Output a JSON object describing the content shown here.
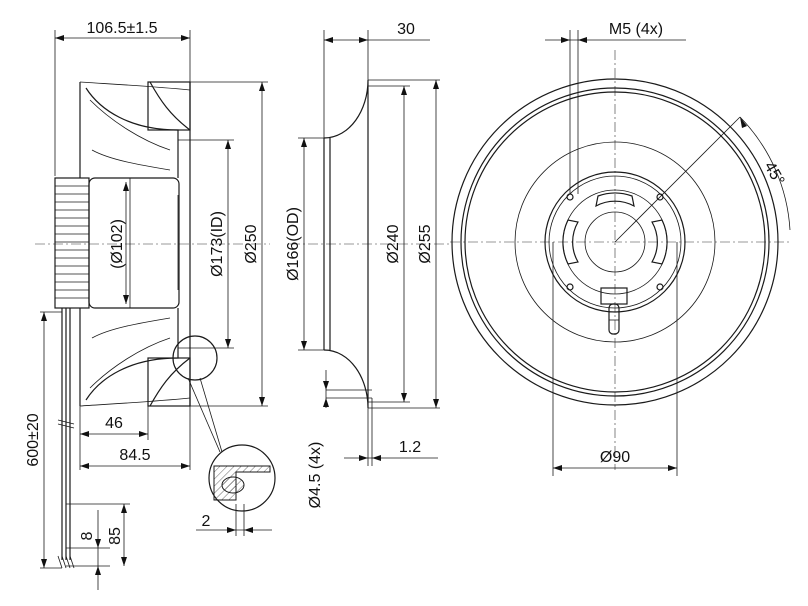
{
  "dimensions": {
    "total_depth": "106.5±1.5",
    "inlet_depth": "30",
    "thread": "M5 (4x)",
    "rotor_diameter": "(Ø102)",
    "inner_diameter": "Ø173(ID)",
    "wheel_diameter": "Ø250",
    "outer_diameter": "Ø166(OD)",
    "ring_240": "Ø240",
    "ring_255": "Ø255",
    "angle": "45°",
    "cable_length": "600±20",
    "depth_46": "46",
    "depth_84_5": "84.5",
    "sheet_thickness": "1.2",
    "hole_diameter": "Ø4.5 (4x)",
    "detail_gap": "2",
    "strip_8": "8",
    "strip_85": "85",
    "bolt_circle": "Ø90"
  }
}
